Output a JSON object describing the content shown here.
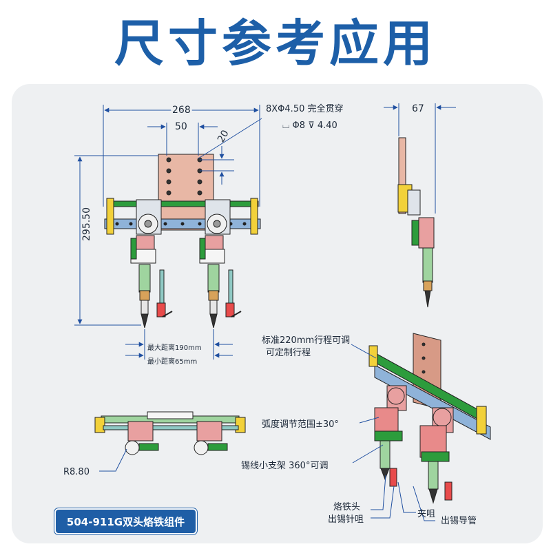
{
  "title": "尺寸参考应用",
  "dimensions": {
    "width_total": "268",
    "hole_spacing": "50",
    "hole_pitch": "20",
    "height_total": "295.50",
    "side_width": "67",
    "hole_spec_line1": "8XΦ4.50 完全贯穿",
    "hole_spec_line2": "⌴ Φ8 ⊽ 4.40",
    "max_distance": "最大距离190mm",
    "min_distance": "最小距离65mm",
    "radius": "R8.80"
  },
  "callouts": {
    "stroke_line1": "标准220mm行程可调",
    "stroke_line2": "可定制行程",
    "arc_range": "弧度调节范围±30°",
    "wire_bracket": "锡线小支架 360°可调",
    "iron_tip": "烙铁头",
    "tin_nozzle": "出锡针咀",
    "clamp": "夹咀",
    "tin_tube": "出锡导管"
  },
  "badge": "504-911G双头烙铁组件",
  "colors": {
    "title": "#1d5fa8",
    "badge": "#1f5ea6",
    "plate": "#e8b7a5",
    "rail": "#8fb3d9",
    "accent_green": "#2d9c3c",
    "accent_yellow": "#f2d13a"
  }
}
